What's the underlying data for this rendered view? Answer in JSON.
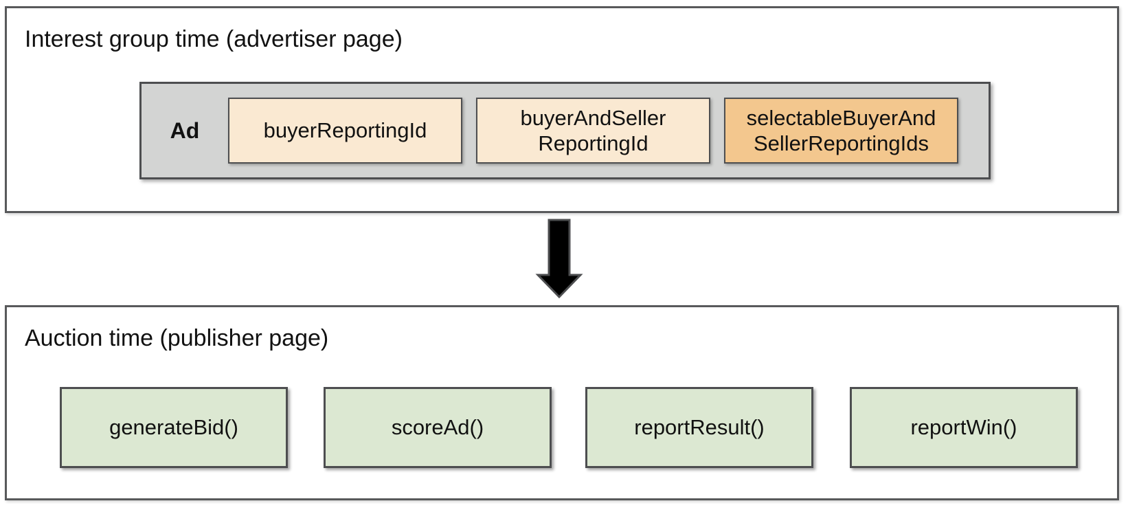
{
  "top_section": {
    "title": "Interest group time (advertiser page)",
    "ad_group": {
      "label": "Ad",
      "boxes": [
        {
          "lines": [
            "buyerReportingId"
          ]
        },
        {
          "lines": [
            "buyerAndSeller",
            "ReportingId"
          ]
        },
        {
          "lines": [
            "selectableBuyerAnd",
            "SellerReportingIds"
          ]
        }
      ]
    }
  },
  "arrow": {
    "icon": "down-arrow"
  },
  "bottom_section": {
    "title": "Auction time (publisher page)",
    "boxes": [
      {
        "label": "generateBid()"
      },
      {
        "label": "scoreAd()"
      },
      {
        "label": "reportResult()"
      },
      {
        "label": "reportWin()"
      }
    ]
  },
  "colors": {
    "id_box_fill": "#FAE9D2",
    "selectable_id_box_fill": "#F3C78E",
    "ad_container_fill": "#D3D4D3",
    "function_box_fill": "#DCE8D2",
    "box_border": "#4D4E50",
    "outer_border": "#58595B",
    "arrow_fill": "#000000",
    "text": "#111111"
  }
}
